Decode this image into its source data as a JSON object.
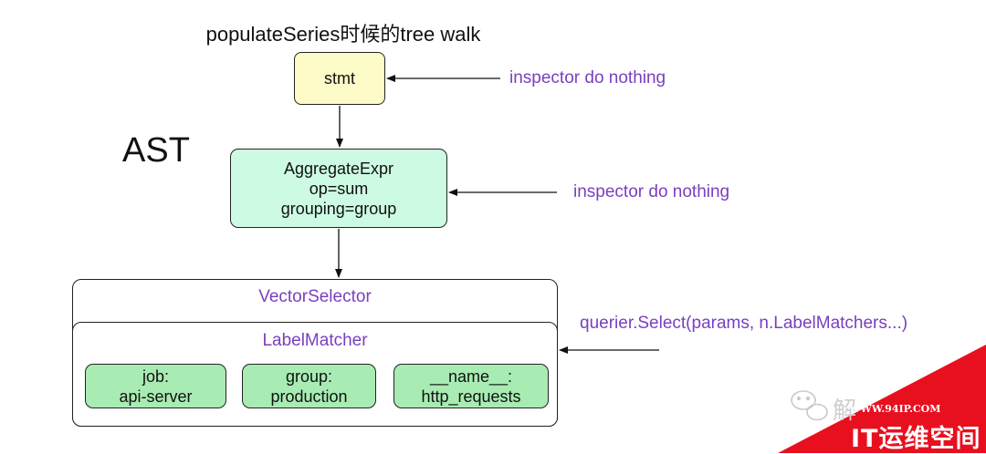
{
  "title": "populateSeries时候的tree walk",
  "ast_label": "AST",
  "nodes": {
    "stmt": {
      "lines": [
        "stmt"
      ]
    },
    "aggregate": {
      "lines": [
        "AggregateExpr",
        "op=sum",
        "grouping=group"
      ]
    },
    "vector_selector": {
      "label": "VectorSelector"
    },
    "label_matcher": {
      "label": "LabelMatcher"
    },
    "matchers": [
      {
        "lines": [
          "job:",
          "api-server"
        ]
      },
      {
        "lines": [
          "group:",
          "production"
        ]
      },
      {
        "lines": [
          "__name__:",
          "http_requests"
        ]
      }
    ]
  },
  "notes": [
    "inspector do nothing",
    "inspector do nothing",
    "querier.Select(params, n.LabelMatchers...)"
  ],
  "watermark": {
    "wechat_text": "解",
    "url": "WWW.94IP.COM",
    "name": "IT运维空间"
  },
  "colors": {
    "stmt_fill": "#fdfbc7",
    "aggregate_fill": "#cdfae3",
    "matcher_fill": "#a8ecb3",
    "annotation_text": "#7a3fbf",
    "watermark_red": "#e8101f"
  }
}
